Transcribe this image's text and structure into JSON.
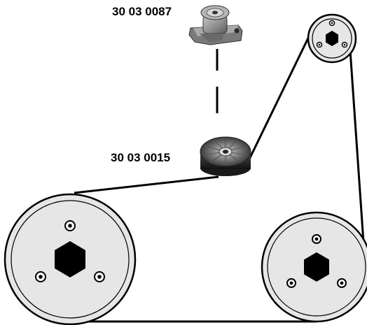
{
  "parts": {
    "tensioner": {
      "part_number": "30 03 0087",
      "icon": "belt-tensioner-icon"
    },
    "idler": {
      "part_number": "30 03 0015",
      "icon": "ribbed-idler-pulley-icon"
    }
  },
  "pulleys": [
    {
      "name": "top-right-pulley",
      "bolt_holes": 3,
      "hub": "hexagon"
    },
    {
      "name": "left-crank-pulley",
      "bolt_holes": 3,
      "hub": "hexagon"
    },
    {
      "name": "right-pulley",
      "bolt_holes": 3,
      "hub": "hexagon"
    }
  ],
  "colors": {
    "pulley_face": "#e6e6e6",
    "outline": "#000000",
    "hub": "#000000",
    "idler_body": "#2b2b2b",
    "tensioner_body": "#8a8a8a"
  }
}
